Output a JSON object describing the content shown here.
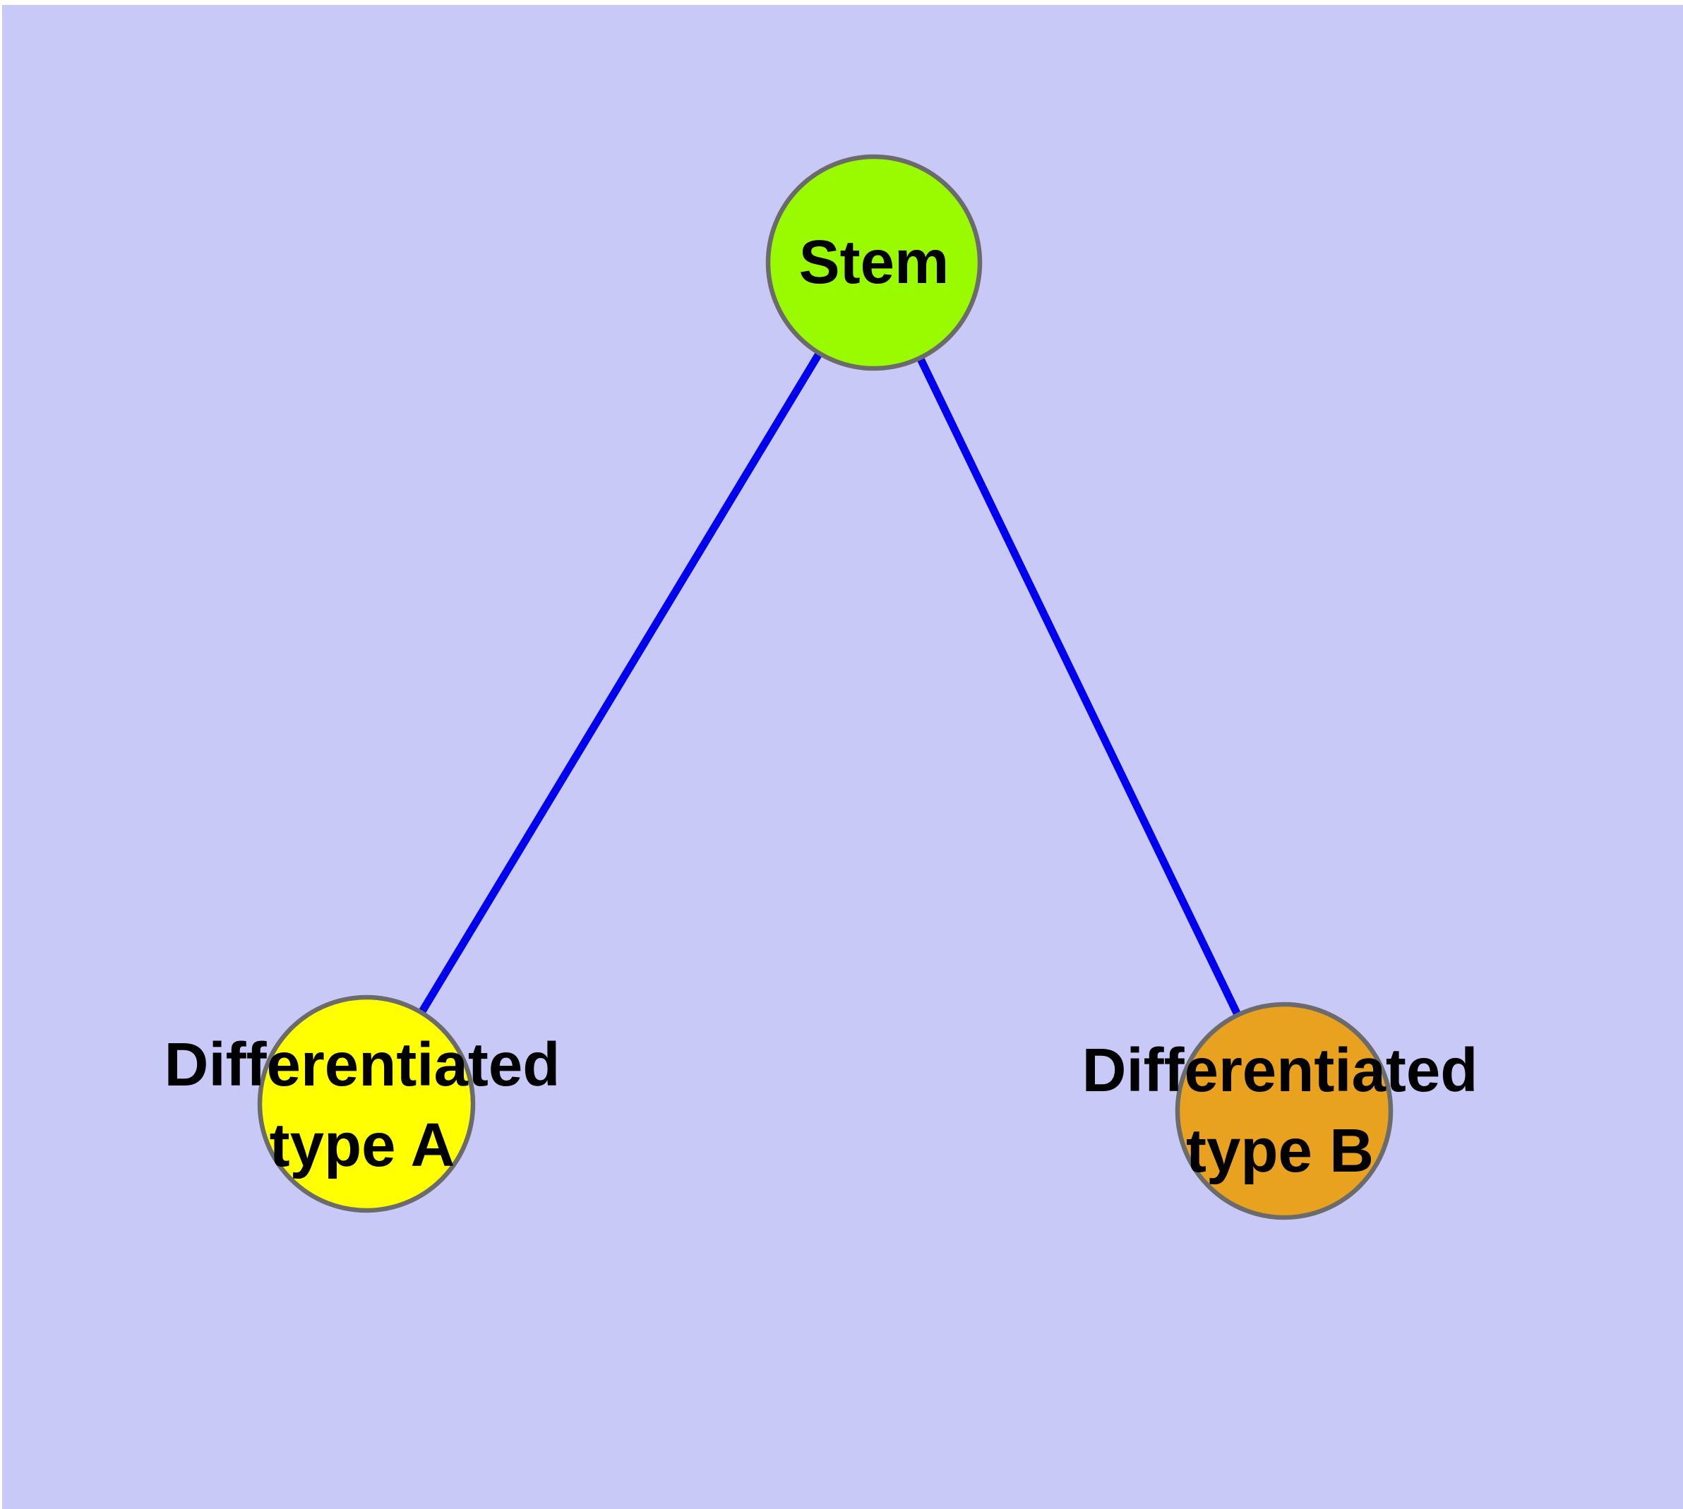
{
  "diagram": {
    "type": "graph",
    "title": "",
    "background_color": "#C9C9F8",
    "page_color": "#FFFFFF",
    "edge_color": "#0000EE",
    "node_border_color": "#6B6B6B",
    "label_color": "#000000",
    "nodes": [
      {
        "id": "stem",
        "label": "Stem",
        "color": "#9AFB00",
        "shape": "circle"
      },
      {
        "id": "type-a",
        "label": "Differentiated\ntype A",
        "color": "#FFFF00",
        "shape": "circle"
      },
      {
        "id": "type-b",
        "label": "Differentiated\ntype B",
        "color": "#E8A220",
        "shape": "circle"
      }
    ],
    "edges": [
      {
        "from": "Stem",
        "to": "Differentiated type A"
      },
      {
        "from": "Stem",
        "to": "Differentiated type B"
      }
    ]
  }
}
